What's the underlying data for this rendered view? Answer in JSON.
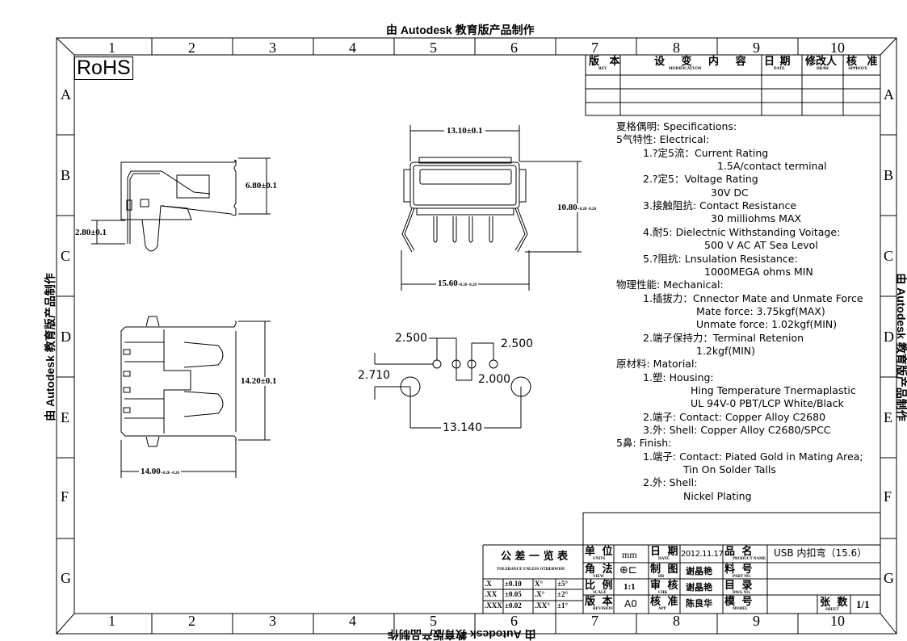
{
  "watermark": "由 Autodesk 教育版产品制作",
  "rohs": "RoHS",
  "grid": {
    "cols": [
      "1",
      "2",
      "3",
      "4",
      "5",
      "6",
      "7",
      "8",
      "9",
      "10"
    ],
    "rows": [
      "A",
      "B",
      "C",
      "D",
      "E",
      "F",
      "G"
    ]
  },
  "revision_table": {
    "headers": [
      {
        "cn": "版 本",
        "en": "REV"
      },
      {
        "cn": "设 变 内 容",
        "en": "MODIFICATUON"
      },
      {
        "cn": "日  期",
        "en": "DATE"
      },
      {
        "cn": "修改人",
        "en": "DRAW"
      },
      {
        "cn": "核 准",
        "en": "APPROVE"
      }
    ]
  },
  "dimensions": {
    "side_height": "6.80±0.1",
    "side_pin": "2.80±0.1",
    "front_width": "13.10±0.1",
    "front_height": "10.80",
    "front_height_tol": "+0.20 -0.20",
    "front_leg_width": "15.60",
    "front_leg_tol": "+0.20 -0.20",
    "top_height": "14.20±0.1",
    "top_length": "14.00",
    "top_length_tol": "+0.20 -0.20"
  },
  "footprint": {
    "pitch_left": "2.500",
    "pitch_right": "2.500",
    "offset": "2.710",
    "pitch_mid": "2.000",
    "span": "13.140"
  },
  "specs": [
    {
      "text": "夏格偶明: Specifications:",
      "level": 0
    },
    {
      "text": "5气特性: Electrical:",
      "level": 0
    },
    {
      "text": "1.?定5流：Current Rating",
      "level": 1
    },
    {
      "text": "1.5A/contact terminal",
      "level": 4
    },
    {
      "text": "2.?定5：Voltage Rating",
      "level": 1
    },
    {
      "text": "30V DC",
      "level": 3
    },
    {
      "text": "3.接触阻抗: Contact Resistance",
      "level": 1
    },
    {
      "text": "30 milliohms MAX",
      "level": 3
    },
    {
      "text": "4.耐5: Dielectnic Withstanding Voitage:",
      "level": 1
    },
    {
      "text": "500 V AC AT Sea Levol",
      "level": 2
    },
    {
      "text": "5.?阻抗: Lnsulation Resistance:",
      "level": 1
    },
    {
      "text": "1000MEGA ohms MIN",
      "level": 2
    },
    {
      "text": "物理性能: Mechanical:",
      "level": 0
    },
    {
      "text": "1.插拔力：Cnnector Mate and Unmate Force",
      "level": 1
    },
    {
      "text": "Mate force: 3.75kgf(MAX)",
      "level": 5
    },
    {
      "text": "Unmate force: 1.02kgf(MIN)",
      "level": 5
    },
    {
      "text": "2.端子保持力：Terminal Retenion",
      "level": 1
    },
    {
      "text": "1.2kgf(MIN)",
      "level": 5
    },
    {
      "text": "原材料: Matorial:",
      "level": 0
    },
    {
      "text": "1.塑: Housing:",
      "level": 1
    },
    {
      "text": "Hing Temperature  Tnermaplastic",
      "level": 6
    },
    {
      "text": "UL 94V-0  PBT/LCP White/Black",
      "level": 6
    },
    {
      "text": "2.端子: Contact: Copper Alloy C2680",
      "level": 1
    },
    {
      "text": "3.外: Shell:  Copper Alloy C2680/SPCC",
      "level": 1
    },
    {
      "text": "5鼻: Finish:",
      "level": 0
    },
    {
      "text": "1.端子: Contact:  Piated Gold in Mating Area;",
      "level": 1
    },
    {
      "text": "Tin On Solder Talls",
      "level": 7
    },
    {
      "text": "2.外: Shell:",
      "level": 1
    },
    {
      "text": "Nickel Plating",
      "level": 7
    }
  ],
  "tolerance": {
    "title": "公 差 一 览 表",
    "subtitle": "TOLERANCE UNLESS OTHERWISE",
    "rows": [
      [
        ".X",
        "±0.10",
        "X°",
        "±5°"
      ],
      [
        ".XX",
        "±0.05",
        ".X°",
        "±2°"
      ],
      [
        ".XXX",
        "±0.02",
        ".XX°",
        "±1°"
      ]
    ]
  },
  "title_block": {
    "units_label": "单 位",
    "units_en": "UNITS",
    "units": "mm",
    "date_label": "日 期",
    "date_en": "DATE",
    "date": "2012.11.17",
    "product_label": "品 名",
    "product_en": "PRODUCT NAME",
    "product": "USB 内扣弯（15.6）",
    "view_label": "角 法",
    "view_en": "VIEW",
    "view_symbol": "⊕⊏",
    "drawn_label": "制 图",
    "drawn_en": "DR",
    "drawn": "谢晶艳",
    "part_label": "料 号",
    "part_en": "PART NO.",
    "scale_label": "比 例",
    "scale_en": "SCALE",
    "scale": "1:1",
    "check_label": "审 核",
    "check_en": "CHK",
    "check": "谢晶艳",
    "dwg_label": "目 录",
    "dwg_en": "DWG NO.",
    "rev_label": "版 本",
    "rev_en": "REVISION",
    "rev": "A0",
    "approve_label": "核 准",
    "approve_en": "APP",
    "approve": "陈良华",
    "model_label": "模 号",
    "model_en": "MODEL",
    "sheet_label": "张 数",
    "sheet_en": "SHEET",
    "sheet": "1/1"
  }
}
